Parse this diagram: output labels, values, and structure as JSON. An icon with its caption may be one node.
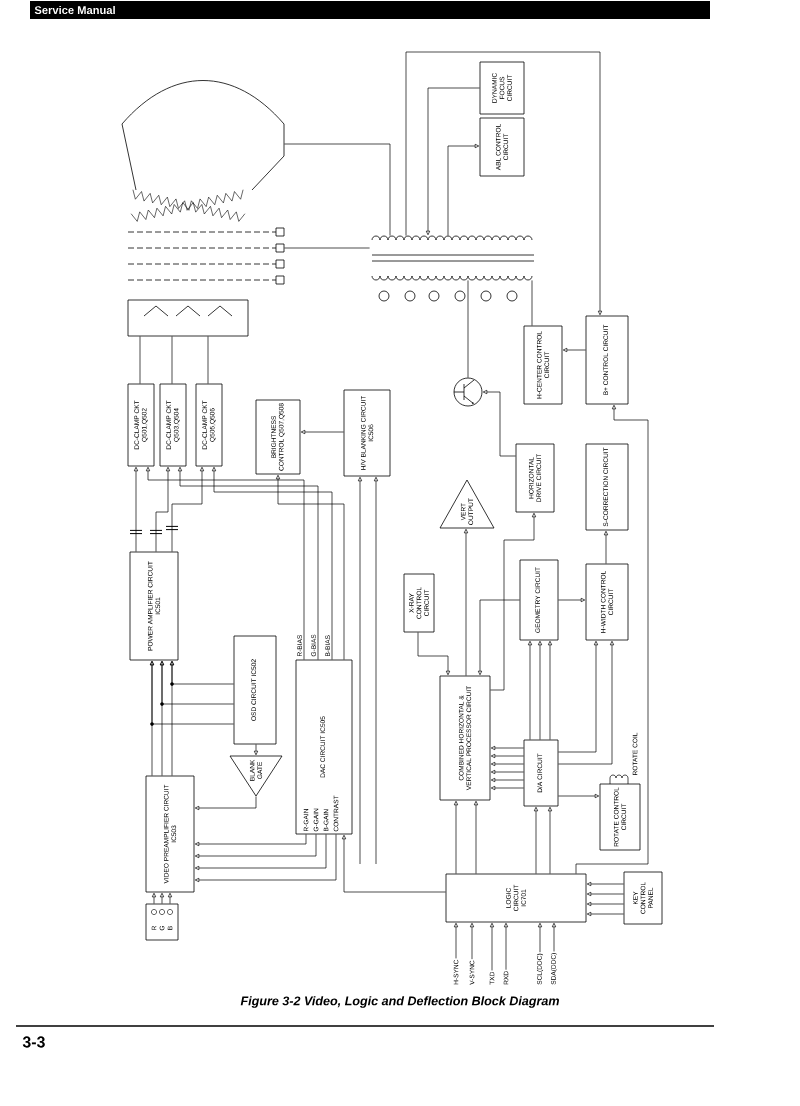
{
  "diagram": {
    "caption": "Figure 3-2 Video, Logic and Deflection Block Diagram",
    "nodes": [
      {
        "text": [],
        "shape": "picture"
      },
      {
        "text": [],
        "shape": "picture"
      },
      {
        "text": [
          "DYNAMIC FOCUS CIRCUIT"
        ]
      },
      {
        "text": [
          "ABL CONTROL CIRCUIT"
        ]
      },
      {
        "text": [
          "DC-CLAMP CKT Q501,Q502"
        ]
      },
      {
        "text": [
          "DC-CLAMP CKT Q503,Q504"
        ]
      },
      {
        "text": [
          "DC-CLAMP CKT Q505,Q506"
        ]
      },
      {
        "text": [
          "BRIGHTNESS CONTROL Q507,Q508"
        ]
      },
      {
        "text": [
          "H/V BLANKING CIRCUIT IC506"
        ]
      },
      {
        "text": [
          "H-CENTER CONTROL CIRCUIT"
        ]
      },
      {
        "text": [
          "B+ CONTROL CIRCUIT"
        ]
      },
      {
        "text": [],
        "shape": "circle"
      },
      {
        "text": [
          "HORIZONTAL DRIVE CIRCUIT"
        ]
      },
      {
        "text": [
          "S-CORRECTION CIRCUIT"
        ]
      },
      {
        "text": [
          "VERT OUTPUT"
        ]
      },
      {
        "text": [
          "X-RAY CONTROL CIRCUIT"
        ]
      },
      {
        "text": [
          "GEOMETRY CIRCUIT"
        ]
      },
      {
        "text": [
          "H-WIDTH CONTROL CIRCUIT"
        ]
      },
      {
        "text": [
          "POWER AMPLIFIER CIRCUIT IC501"
        ]
      },
      {
        "text": [
          "OSD CIRCUIT IC502"
        ]
      },
      {
        "text": [
          "DAC CIRCUIT IC505",
          "R-GAIN",
          "G-GAIN",
          "B-GAIN",
          "CONTRAST"
        ],
        "beside": [
          "R-BIAS",
          "G-BIAS",
          "B-BIAS"
        ]
      },
      {
        "text": [
          "COMBINED HORIZONTAL & VERTICAL PROCESSOR CIRCUIT"
        ]
      },
      {
        "text": [
          "BLANK GATE"
        ]
      },
      {
        "text": [
          "D/A CIRCUIT"
        ]
      },
      {
        "text": [
          "ROTATE CONTROL CIRCUIT"
        ]
      },
      {
        "text": [
          "VIDEO PREAMPLIFIER CIRCUIT IC503"
        ]
      },
      {
        "text": [
          "LOGIC CIRCUIT IC701"
        ]
      },
      {
        "text": [
          "KEY CONTROL PANEL"
        ]
      },
      {
        "text": [
          "R",
          "G",
          "B"
        ]
      },
      {
        "text": [
          "H-SYNC"
        ]
      },
      {
        "text": [
          "V-SYNC"
        ]
      },
      {
        "text": [
          "TXD"
        ]
      },
      {
        "text": [
          "RXD"
        ]
      },
      {
        "text": [
          "SCL(DDC)"
        ]
      },
      {
        "text": [
          "SDA(DDC)"
        ]
      }
    ],
    "edges": [
      {
        "from": 28,
        "to": 25,
        "arrow": "to"
      },
      {
        "from": 28,
        "to": 25,
        "arrow": "to"
      },
      {
        "from": 28,
        "to": 25,
        "arrow": "to"
      },
      {
        "from": 25,
        "to": 18,
        "arrow": "to"
      },
      {
        "from": 25,
        "to": 18,
        "arrow": "to"
      },
      {
        "from": 25,
        "to": 18,
        "arrow": "to"
      },
      {
        "from": 19,
        "to": 18,
        "arrow": "to"
      },
      {
        "from": 19,
        "to": 18,
        "arrow": "to"
      },
      {
        "from": 19,
        "to": 18,
        "arrow": "to"
      },
      {
        "from": 4,
        "to": 0,
        "arrow": "none"
      },
      {
        "from": 5,
        "to": 0,
        "arrow": "none"
      },
      {
        "from": 6,
        "to": 0,
        "arrow": "none"
      },
      {
        "from": 18,
        "to": 4,
        "arrow": "to"
      },
      {
        "from": 18,
        "to": 5,
        "arrow": "to"
      },
      {
        "from": 18,
        "to": 6,
        "arrow": "to"
      },
      {
        "from": 20,
        "to": 4,
        "arrow": "to"
      },
      {
        "from": 20,
        "to": 5,
        "arrow": "to"
      },
      {
        "from": 20,
        "to": 6,
        "arrow": "to"
      },
      {
        "from": 20,
        "to": 7,
        "arrow": "to"
      },
      {
        "from": 8,
        "to": 7,
        "arrow": "to"
      },
      {
        "from": null,
        "to": 8,
        "arrow": "to"
      },
      {
        "from": null,
        "to": 8,
        "arrow": "to"
      },
      {
        "from": 19,
        "to": 22,
        "arrow": "to"
      },
      {
        "from": 22,
        "to": 25,
        "arrow": "to"
      },
      {
        "from": 20,
        "to": 25,
        "arrow": "to"
      },
      {
        "from": 20,
        "to": 25,
        "arrow": "to"
      },
      {
        "from": 20,
        "to": 25,
        "arrow": "to"
      },
      {
        "from": 20,
        "to": 25,
        "arrow": "to"
      },
      {
        "from": 26,
        "to": 21,
        "arrow": "to"
      },
      {
        "from": 26,
        "to": 21,
        "arrow": "to"
      },
      {
        "from": 26,
        "to": 20,
        "arrow": "to"
      },
      {
        "from": 15,
        "to": 21,
        "arrow": "to"
      },
      {
        "from": 21,
        "to": 14,
        "arrow": "to"
      },
      {
        "from": 16,
        "to": 21,
        "arrow": "to"
      },
      {
        "from": 21,
        "to": 12,
        "arrow": "to"
      },
      {
        "from": 23,
        "to": 21,
        "arrow": "to"
      },
      {
        "from": 23,
        "to": 21,
        "arrow": "to"
      },
      {
        "from": 23,
        "to": 21,
        "arrow": "to"
      },
      {
        "from": 23,
        "to": 21,
        "arrow": "to"
      },
      {
        "from": 23,
        "to": 21,
        "arrow": "to"
      },
      {
        "from": 23,
        "to": 21,
        "arrow": "to"
      },
      {
        "from": 23,
        "to": 16,
        "arrow": "to"
      },
      {
        "from": 23,
        "to": 16,
        "arrow": "to"
      },
      {
        "from": 23,
        "to": 16,
        "arrow": "to"
      },
      {
        "from": 23,
        "to": 17,
        "arrow": "to"
      },
      {
        "from": 23,
        "to": 17,
        "arrow": "to"
      },
      {
        "from": 23,
        "to": 24,
        "arrow": "to"
      },
      {
        "from": 26,
        "to": 23,
        "arrow": "to"
      },
      {
        "from": 26,
        "to": 23,
        "arrow": "to"
      },
      {
        "from": 27,
        "to": 26,
        "arrow": "to"
      },
      {
        "from": 27,
        "to": 26,
        "arrow": "to"
      },
      {
        "from": 27,
        "to": 26,
        "arrow": "to"
      },
      {
        "from": 27,
        "to": 26,
        "arrow": "to"
      },
      {
        "from": 16,
        "to": 17,
        "arrow": "to"
      },
      {
        "from": 17,
        "to": 13,
        "arrow": "to"
      },
      {
        "from": 26,
        "to": 10,
        "arrow": "to"
      },
      {
        "from": 10,
        "to": 9,
        "arrow": "to"
      },
      {
        "from": 12,
        "to": 11,
        "arrow": "to"
      },
      {
        "from": 11,
        "to": 1,
        "arrow": "none"
      },
      {
        "from": 1,
        "to": 0,
        "arrow": "none"
      },
      {
        "from": 1,
        "to": 0,
        "arrow": "none"
      },
      {
        "from": 2,
        "to": 1,
        "arrow": "to"
      },
      {
        "from": 1,
        "to": 3,
        "arrow": "to"
      },
      {
        "from": 1,
        "to": 10,
        "arrow": "to"
      },
      {
        "from": 9,
        "to": 1,
        "arrow": "none"
      },
      {
        "from": 29,
        "to": 26,
        "arrow": "to"
      },
      {
        "from": 30,
        "to": 26,
        "arrow": "to"
      },
      {
        "from": 31,
        "to": 26,
        "arrow": "to"
      },
      {
        "from": 32,
        "to": 26,
        "arrow": "to"
      },
      {
        "from": 33,
        "to": 26,
        "arrow": "to"
      },
      {
        "from": 34,
        "to": 26,
        "arrow": "to"
      }
    ],
    "labels": [
      "Service Manual",
      "ROTATE COIL",
      "3-3"
    ]
  }
}
